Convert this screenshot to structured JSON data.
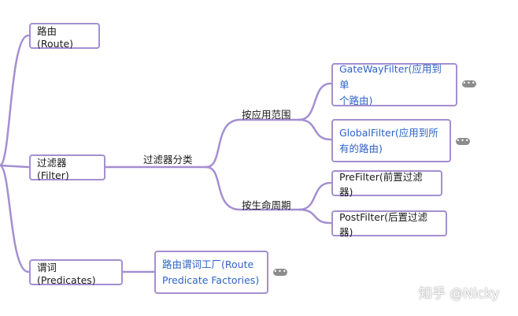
{
  "nodes": {
    "route": "路由(Route)",
    "filter": "过滤器(Filter)",
    "predicates": "谓词(Predicates)",
    "gateway_filter_line1": "GateWayFilter(应用到单",
    "gateway_filter_line2": "个路由)",
    "global_filter_line1": "GlobalFilter(应用到所",
    "global_filter_line2": "有的路由)",
    "pre_filter": "PreFilter(前置过滤器)",
    "post_filter": "PostFilter(后置过滤器)",
    "predicate_factories_line1": "路由谓词工厂(Route",
    "predicate_factories_line2": "Predicate Factories)"
  },
  "edge_labels": {
    "filter_category": "过滤器分类",
    "by_scope": "按应用范围",
    "by_lifecycle": "按生命周期"
  },
  "more_indicator": "•••",
  "watermark": "知乎 @Nicky",
  "colors": {
    "connector": "#a48fd1",
    "node_border": "#a48fd1",
    "link_text": "#2f63c7",
    "more_badge": "#8c8c8c"
  }
}
